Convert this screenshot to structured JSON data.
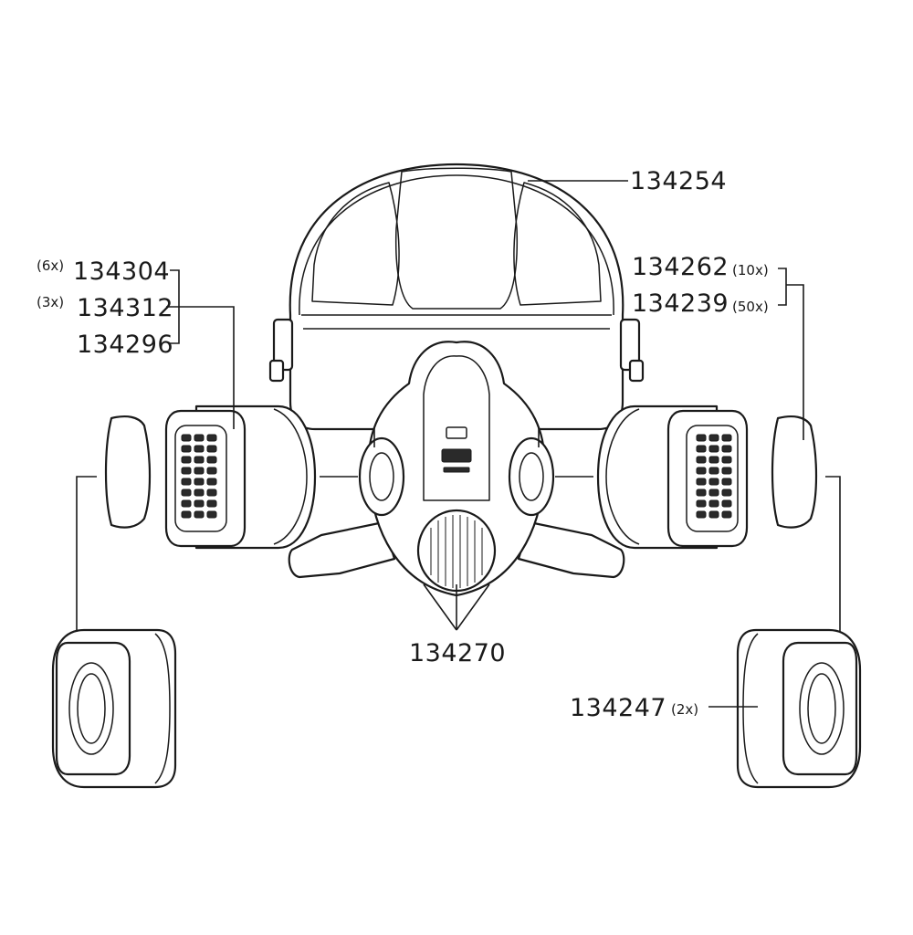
{
  "parts": {
    "headband": "134254",
    "filter_a": "134304",
    "filter_a_qty": "(6x)",
    "filter_b": "134312",
    "filter_b_qty": "(3x)",
    "filter_c": "134296",
    "prefilter_a": "134262",
    "prefilter_a_qty": "(10x)",
    "prefilter_b": "134239",
    "prefilter_b_qty": "(50x)",
    "mask": "134270",
    "holder": "134247",
    "holder_qty": "(2x)"
  }
}
